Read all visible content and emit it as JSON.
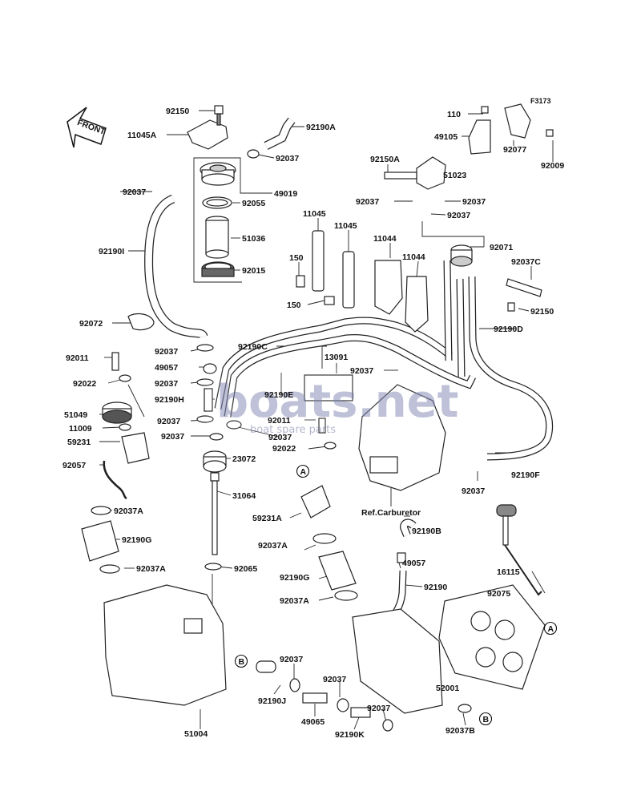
{
  "diagram": {
    "figure_code": "F3173",
    "front_label": "FRONT",
    "ref_label": "Ref.Carburetor",
    "watermark": {
      "brand": "boats.net",
      "tagline": "boat spare parts"
    },
    "labels": [
      {
        "id": "p92150_top",
        "text": "92150"
      },
      {
        "id": "p11045A",
        "text": "11045A"
      },
      {
        "id": "p92190A",
        "text": "92190A"
      },
      {
        "id": "p92037_a",
        "text": "92037"
      },
      {
        "id": "p49019",
        "text": "49019"
      },
      {
        "id": "p92037_b",
        "text": "92037"
      },
      {
        "id": "p92055",
        "text": "92055"
      },
      {
        "id": "p51036",
        "text": "51036"
      },
      {
        "id": "p92190I",
        "text": "92190I"
      },
      {
        "id": "p92015",
        "text": "92015"
      },
      {
        "id": "p11045_a",
        "text": "11045"
      },
      {
        "id": "p11045_b",
        "text": "11045"
      },
      {
        "id": "p150_a",
        "text": "150"
      },
      {
        "id": "p150_b",
        "text": "150"
      },
      {
        "id": "p110",
        "text": "110"
      },
      {
        "id": "p49105",
        "text": "49105"
      },
      {
        "id": "p92077",
        "text": "92077"
      },
      {
        "id": "p92009",
        "text": "92009"
      },
      {
        "id": "p92150A",
        "text": "92150A"
      },
      {
        "id": "p51023",
        "text": "51023"
      },
      {
        "id": "p92037_c",
        "text": "92037"
      },
      {
        "id": "p92037_d",
        "text": "92037"
      },
      {
        "id": "p92037_e",
        "text": "92037"
      },
      {
        "id": "p11044_a",
        "text": "11044"
      },
      {
        "id": "p11044_b",
        "text": "11044"
      },
      {
        "id": "p92071",
        "text": "92071"
      },
      {
        "id": "p92037C",
        "text": "92037C"
      },
      {
        "id": "p92150_b",
        "text": "92150"
      },
      {
        "id": "p92190D",
        "text": "92190D"
      },
      {
        "id": "p92072",
        "text": "92072"
      },
      {
        "id": "p92011_a",
        "text": "92011"
      },
      {
        "id": "p92037_f",
        "text": "92037"
      },
      {
        "id": "p49057_a",
        "text": "49057"
      },
      {
        "id": "p92190C",
        "text": "92190C"
      },
      {
        "id": "p13091",
        "text": "13091"
      },
      {
        "id": "p92022_a",
        "text": "92022"
      },
      {
        "id": "p92037_g",
        "text": "92037"
      },
      {
        "id": "p92037_h",
        "text": "92037"
      },
      {
        "id": "p92190H",
        "text": "92190H"
      },
      {
        "id": "p92190E",
        "text": "92190E"
      },
      {
        "id": "p51049",
        "text": "51049"
      },
      {
        "id": "p92037_i",
        "text": "92037"
      },
      {
        "id": "p92011_b",
        "text": "92011"
      },
      {
        "id": "p11009",
        "text": "11009"
      },
      {
        "id": "p92037_j",
        "text": "92037"
      },
      {
        "id": "p92037_k",
        "text": "92037"
      },
      {
        "id": "p59231",
        "text": "59231"
      },
      {
        "id": "p92022_b",
        "text": "92022"
      },
      {
        "id": "p23072",
        "text": "23072"
      },
      {
        "id": "p92057",
        "text": "92057"
      },
      {
        "id": "p92037_l",
        "text": "92037"
      },
      {
        "id": "p92190F",
        "text": "92190F"
      },
      {
        "id": "p31064",
        "text": "31064"
      },
      {
        "id": "p59231A",
        "text": "59231A"
      },
      {
        "id": "p92037A_a",
        "text": "92037A"
      },
      {
        "id": "p92190B",
        "text": "92190B"
      },
      {
        "id": "p16115",
        "text": "16115"
      },
      {
        "id": "p92190G_a",
        "text": "92190G"
      },
      {
        "id": "p92037A_b",
        "text": "92037A"
      },
      {
        "id": "p49057_b",
        "text": "49057"
      },
      {
        "id": "p92037A_c",
        "text": "92037A"
      },
      {
        "id": "p92065",
        "text": "92065"
      },
      {
        "id": "p92190G_b",
        "text": "92190G"
      },
      {
        "id": "p92190",
        "text": "92190"
      },
      {
        "id": "p92075",
        "text": "92075"
      },
      {
        "id": "p92037A_d",
        "text": "92037A"
      },
      {
        "id": "p92037_m",
        "text": "92037"
      },
      {
        "id": "p92037_n",
        "text": "92037"
      },
      {
        "id": "p92190J",
        "text": "92190J"
      },
      {
        "id": "p52001",
        "text": "52001"
      },
      {
        "id": "p92037_o",
        "text": "92037"
      },
      {
        "id": "p49065",
        "text": "49065"
      },
      {
        "id": "p92190K",
        "text": "92190K"
      },
      {
        "id": "p51004",
        "text": "51004"
      },
      {
        "id": "p92037B",
        "text": "92037B"
      }
    ],
    "markers": [
      {
        "id": "A1",
        "text": "A"
      },
      {
        "id": "A2",
        "text": "A"
      },
      {
        "id": "B1",
        "text": "B"
      },
      {
        "id": "B2",
        "text": "B"
      }
    ]
  }
}
